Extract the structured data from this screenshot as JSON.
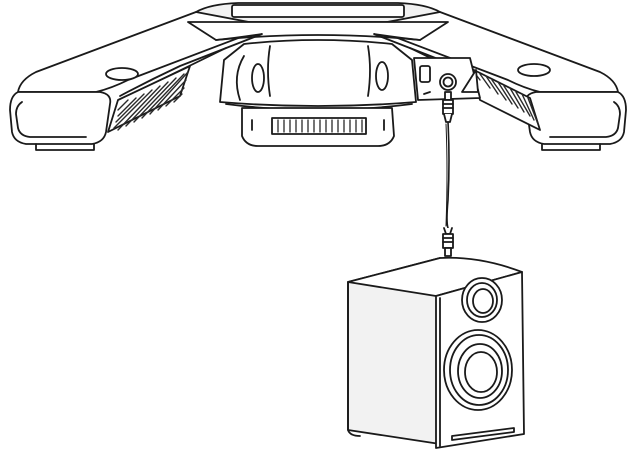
{
  "illustration": {
    "components": [
      "speakerphone",
      "audio-out-port",
      "audio-cable",
      "external-speaker"
    ]
  },
  "colors": {
    "line": "#1a1a1a",
    "fill": "#ffffff",
    "grille": "#2a2a2a",
    "shade": "#f2f2f2"
  }
}
